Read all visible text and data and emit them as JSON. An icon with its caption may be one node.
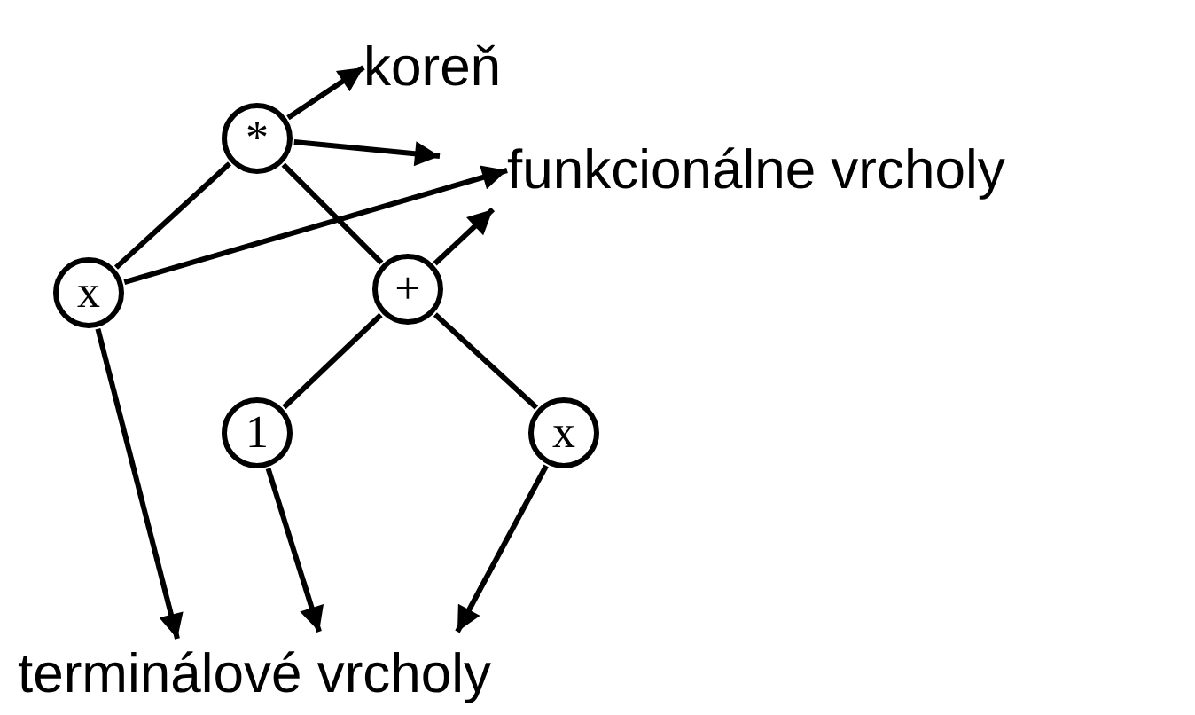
{
  "diagram": {
    "nodes": [
      {
        "text": [
          "*"
        ]
      },
      {
        "text": [
          "x"
        ]
      },
      {
        "text": [
          "+"
        ]
      },
      {
        "text": [
          "1"
        ]
      },
      {
        "text": [
          "x"
        ]
      },
      {
        "text": [
          "koreň"
        ]
      },
      {
        "text": [
          "funkcionálne vrcholy"
        ]
      },
      {
        "text": [
          "terminálové vrcholy"
        ]
      }
    ],
    "edges": [
      {
        "from": 0,
        "to": 1,
        "arrow": "none"
      },
      {
        "from": 0,
        "to": 2,
        "arrow": "none"
      },
      {
        "from": 2,
        "to": 3,
        "arrow": "none"
      },
      {
        "from": 2,
        "to": 4,
        "arrow": "none"
      },
      {
        "from": 0,
        "to": 5,
        "arrow": "to"
      },
      {
        "from": 0,
        "to": 6,
        "arrow": "to"
      },
      {
        "from": 1,
        "to": 6,
        "arrow": "to"
      },
      {
        "from": 2,
        "to": 6,
        "arrow": "to"
      },
      {
        "from": 1,
        "to": 7,
        "arrow": "to"
      },
      {
        "from": 3,
        "to": 7,
        "arrow": "to"
      },
      {
        "from": 4,
        "to": 7,
        "arrow": "to"
      }
    ]
  }
}
